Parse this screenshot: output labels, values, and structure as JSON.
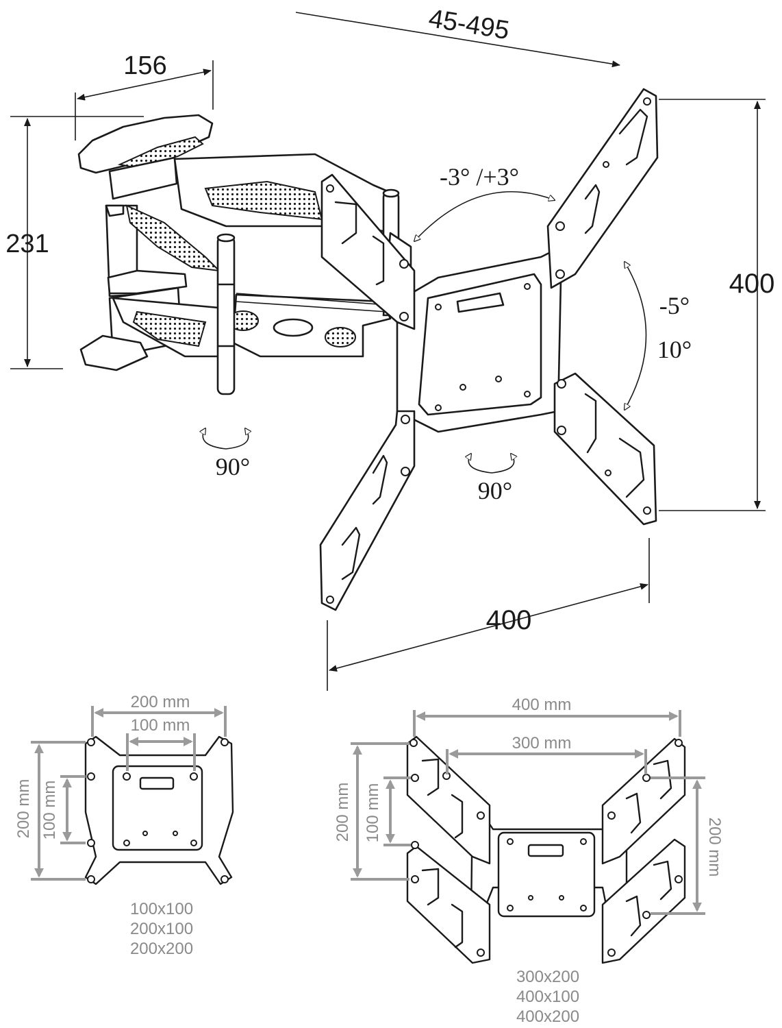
{
  "main_drawing": {
    "dim_depth_range": "45-495",
    "dim_wall_plate_width": "156",
    "dim_wall_plate_height": "231",
    "dim_vesa_height": "400",
    "dim_vesa_width": "400",
    "swivel_label": "-3°  /+3°",
    "tilt_up_label": "-5°",
    "tilt_down_label": "10°",
    "rotation_arm_label": "90°",
    "rotation_plate_label": "90°"
  },
  "small_plate_detail": {
    "dim_outer_width": "200 mm",
    "dim_inner_width": "100 mm",
    "dim_outer_height": "200 mm",
    "dim_inner_height": "100 mm",
    "vesa_patterns": [
      "100x100",
      "200x100",
      "200x200"
    ]
  },
  "large_plate_detail": {
    "dim_outer_width": "400 mm",
    "dim_inner_width": "300 mm",
    "dim_left_outer_height": "200 mm",
    "dim_left_inner_height": "100 mm",
    "dim_right_height": "200 mm",
    "vesa_patterns": [
      "300x200",
      "400x100",
      "400x200"
    ]
  }
}
